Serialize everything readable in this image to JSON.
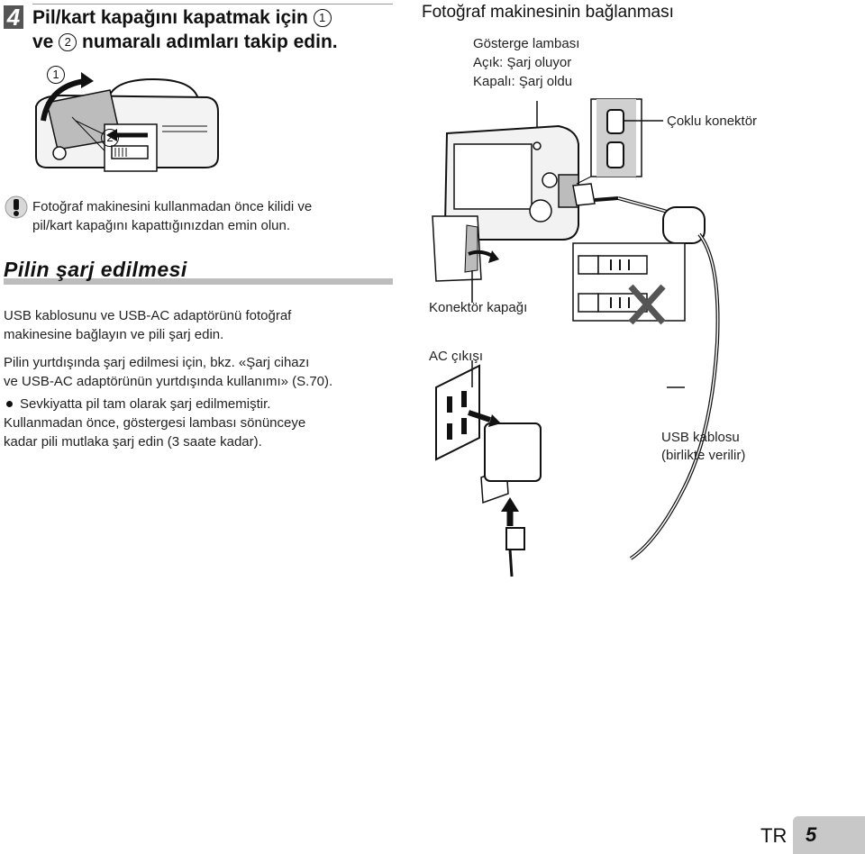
{
  "step": {
    "number": "4",
    "line1": "Pil/kart kapağını kapatmak için",
    "circle1": "1",
    "line2_prefix": "ve",
    "circle2": "2",
    "line2_suffix": "numaralı adımları takip edin."
  },
  "illustration_left": {
    "callout1": "1",
    "callout2": "2"
  },
  "connection": {
    "title": "Fotoğraf makinesinin bağlanması",
    "indicator_title": "Gösterge lambası",
    "indicator_on": "Açık: Şarj oluyor",
    "indicator_off": "Kapalı: Şarj oldu",
    "multi_connector": "Çoklu konektör",
    "connector_cover": "Konektör kapağı",
    "ac_outlet": "AC çıkışı",
    "usb_cable_1": "USB kablosu",
    "usb_cable_2": "(birlikte verilir)"
  },
  "caution": {
    "icon": "caution-icon",
    "line1": "Fotoğraf makinesini kullanmadan önce kilidi ve",
    "line2": "pil/kart kapağını kapattığınızdan emin olun."
  },
  "charging": {
    "title": "Pilin şarj edilmesi",
    "p1_l1": "USB kablosunu ve USB-AC adaptörünü fotoğraf",
    "p1_l2": "makinesine bağlayın ve pili şarj edin.",
    "p2_l1": "Pilin yurtdışında şarj edilmesi için, bkz. «Şarj cihazı",
    "p2_l2": "ve USB-AC adaptörünün yurtdışında kullanımı» (S.70).",
    "b1_l1": "Sevkiyatta pil tam olarak şarj edilmemiştir.",
    "b1_l2": "Kullanmadan önce, göstergesi lambası sönünceye",
    "b1_l3": "kadar pili mutlaka şarj edin (3 saate kadar)."
  },
  "footer": {
    "lang": "TR",
    "page": "5"
  }
}
